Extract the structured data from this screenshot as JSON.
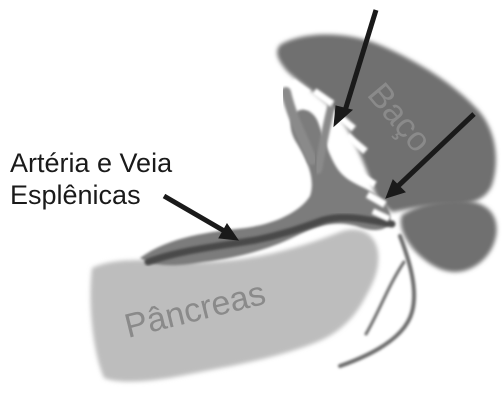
{
  "labels": {
    "spleen": "Baço",
    "pancreas": "Pâncreas",
    "vessels_line1": "Artéria e Veia",
    "vessels_line2": "Esplênicas"
  },
  "colors": {
    "background": "#ffffff",
    "spleen": "#6f6f6f",
    "pancreas": "#bdbdbd",
    "vessels": "#7b7b7b",
    "vessel_dark": "#4a4a4a",
    "text_light": "#8a8a8a",
    "text_dark": "#1a1a1a",
    "arrow": "#1a1a1a"
  }
}
